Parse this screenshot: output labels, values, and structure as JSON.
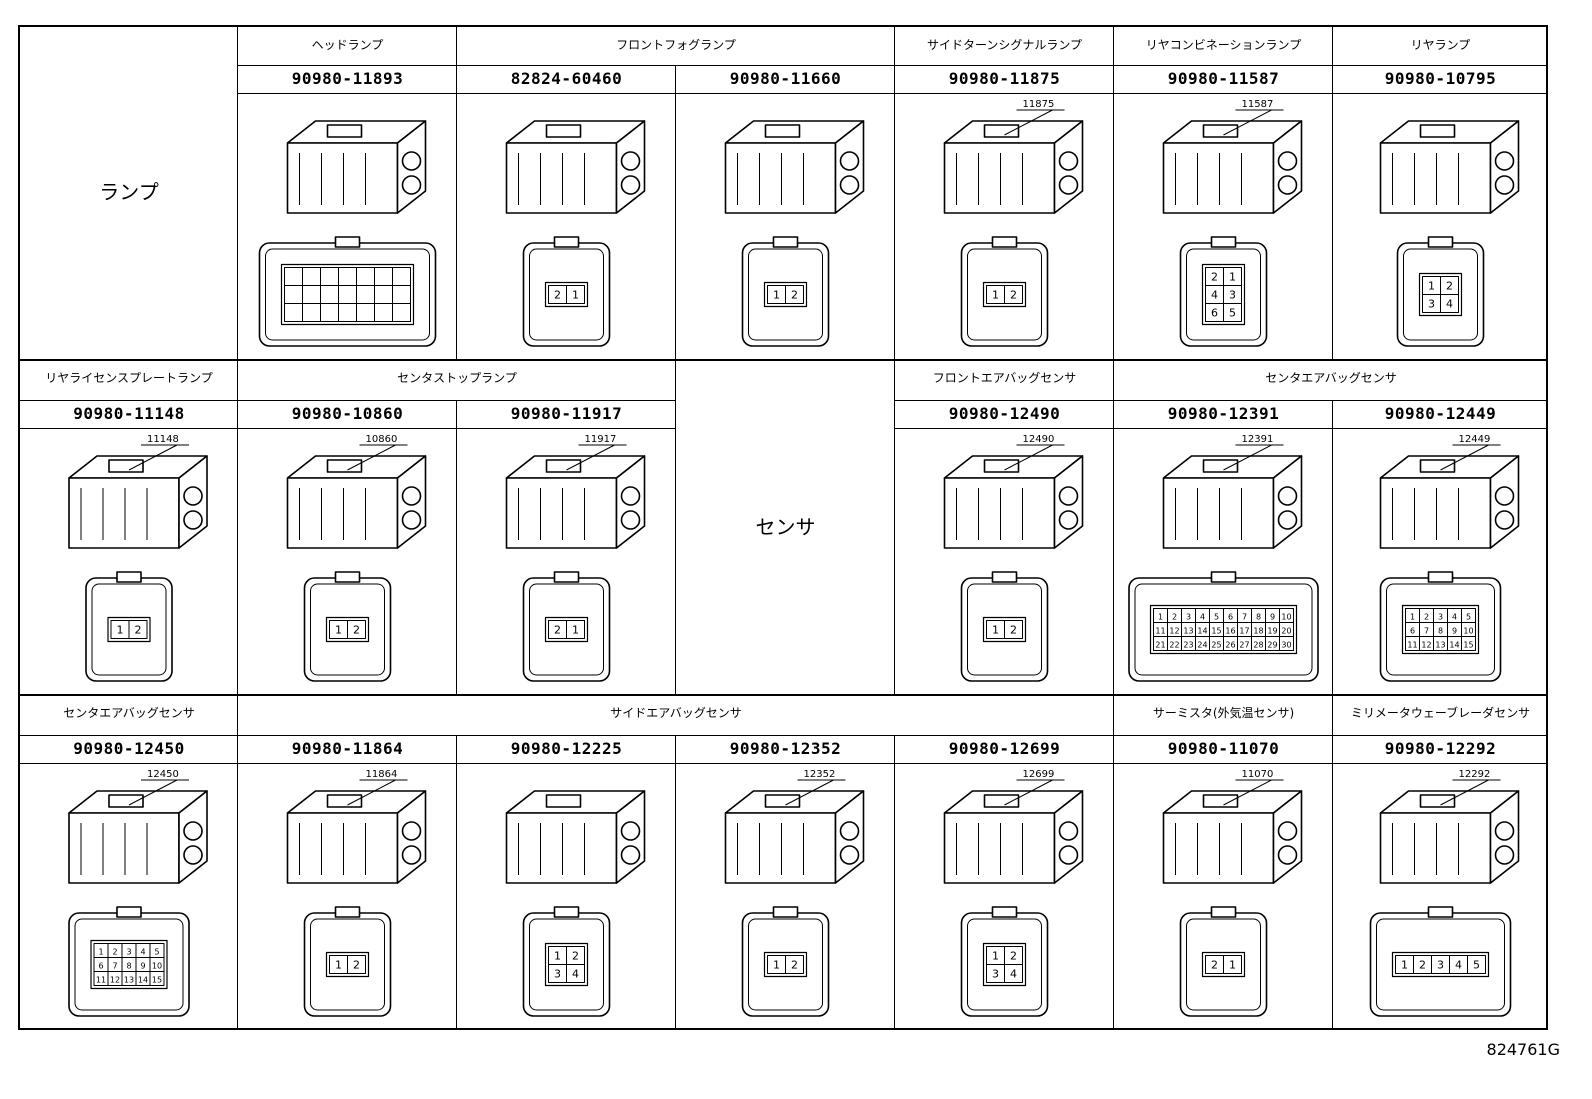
{
  "category_lamp": "ランプ",
  "category_sensor": "センサ",
  "drawing_code": "824761G",
  "rows": [
    {
      "groups": [
        {
          "label": "ヘッドランプ"
        },
        {
          "label": "フロントフォグランプ"
        },
        {
          "label": "サイドターンシグナルランプ"
        },
        {
          "label": "リヤコンビネーションランプ"
        },
        {
          "label": "リヤランプ"
        }
      ],
      "parts": [
        {
          "pn": "90980-11893",
          "callout": "",
          "pins": []
        },
        {
          "pn": "82824-60460",
          "callout": "",
          "pins": [
            "2",
            "1"
          ]
        },
        {
          "pn": "90980-11660",
          "callout": "",
          "pins": [
            "1",
            "2"
          ]
        },
        {
          "pn": "90980-11875",
          "callout": "11875",
          "pins": [
            "1",
            "2"
          ]
        },
        {
          "pn": "90980-11587",
          "callout": "11587",
          "pins": [
            "2",
            "1",
            "4",
            "3",
            "6",
            "5"
          ]
        },
        {
          "pn": "90980-10795",
          "callout": "",
          "pins": [
            "1",
            "2",
            "3",
            "4"
          ]
        }
      ]
    },
    {
      "groups": [
        {
          "label": "リヤライセンスプレートランプ"
        },
        {
          "label": "センタストップランプ"
        },
        {
          "label": "フロントエアバッグセンサ"
        },
        {
          "label": "センタエアバッグセンサ"
        }
      ],
      "parts": [
        {
          "pn": "90980-11148",
          "callout": "11148",
          "pins": [
            "1",
            "2"
          ]
        },
        {
          "pn": "90980-10860",
          "callout": "10860",
          "pins": [
            "1",
            "2"
          ]
        },
        {
          "pn": "90980-11917",
          "callout": "11917",
          "pins": [
            "2",
            "1"
          ]
        },
        {
          "pn": "90980-12490",
          "callout": "12490",
          "pins": [
            "1",
            "2"
          ]
        },
        {
          "pn": "90980-12391",
          "callout": "12391",
          "pins": [
            "1",
            "2",
            "3",
            "4",
            "5",
            "6",
            "7",
            "8",
            "9",
            "10",
            "11",
            "12",
            "13",
            "14",
            "15",
            "16",
            "17",
            "18",
            "19",
            "20",
            "21",
            "22",
            "23",
            "24",
            "25",
            "26",
            "27",
            "28",
            "29",
            "30"
          ]
        },
        {
          "pn": "90980-12449",
          "callout": "12449",
          "pins": [
            "1",
            "2",
            "3",
            "4",
            "5",
            "6",
            "7",
            "8",
            "9",
            "10",
            "11",
            "12",
            "13",
            "14",
            "15"
          ]
        }
      ]
    },
    {
      "groups": [
        {
          "label": "センタエアバッグセンサ"
        },
        {
          "label": "サイドエアバッグセンサ"
        },
        {
          "label": "サーミスタ(外気温センサ)"
        },
        {
          "label": "ミリメータウェーブレーダセンサ"
        }
      ],
      "parts": [
        {
          "pn": "90980-12450",
          "callout": "12450",
          "pins": [
            "1",
            "2",
            "3",
            "4",
            "5",
            "6",
            "7",
            "8",
            "9",
            "10",
            "11",
            "12",
            "13",
            "14",
            "15"
          ]
        },
        {
          "pn": "90980-11864",
          "callout": "11864",
          "pins": [
            "1",
            "2"
          ]
        },
        {
          "pn": "90980-12225",
          "callout": "",
          "pins": [
            "1",
            "2",
            "3",
            "4"
          ]
        },
        {
          "pn": "90980-12352",
          "callout": "12352",
          "pins": [
            "1",
            "2"
          ]
        },
        {
          "pn": "90980-12699",
          "callout": "12699",
          "pins": [
            "1",
            "2",
            "3",
            "4"
          ]
        },
        {
          "pn": "90980-11070",
          "callout": "11070",
          "pins": [
            "2",
            "1"
          ]
        },
        {
          "pn": "90980-12292",
          "callout": "12292",
          "pins": [
            "1",
            "2",
            "3",
            "4",
            "5"
          ]
        }
      ]
    }
  ]
}
